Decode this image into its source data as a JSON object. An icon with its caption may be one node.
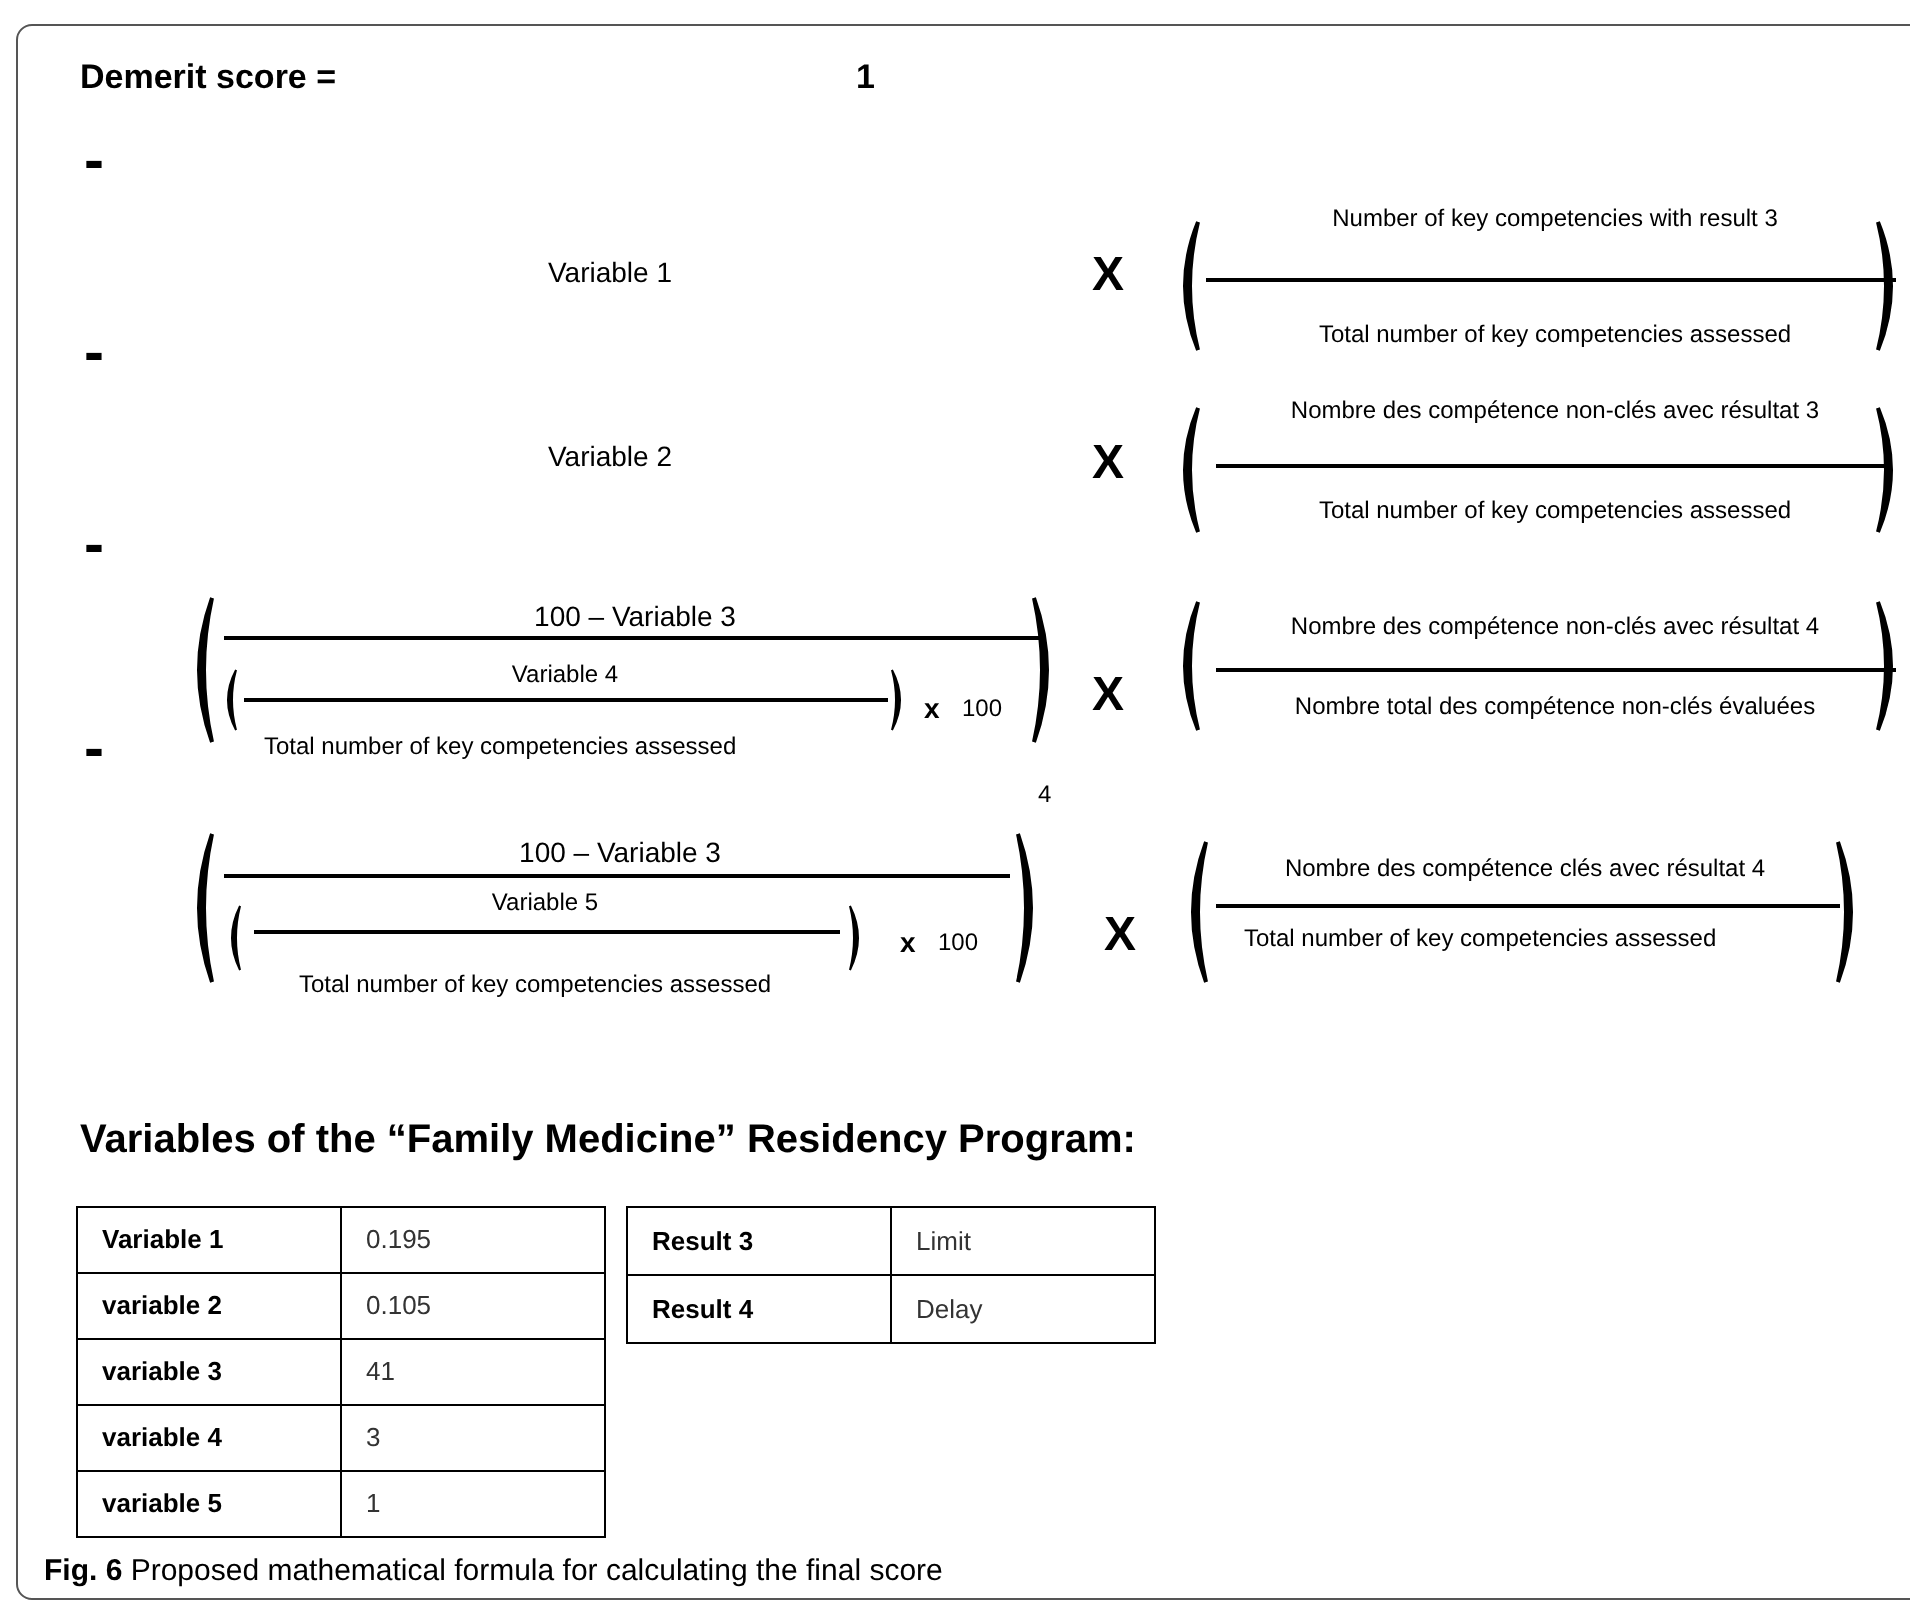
{
  "diagram": {
    "caption": "**Fig. 6** Proposed mathematical formula for calculating the final score",
    "labels": [
      "Demerit score =",
      "1",
      "-",
      "Variable 1",
      "X",
      "Number of key competencies with result 3",
      "Total number of key competencies assessed",
      "-",
      "Variable 2",
      "X",
      "Nombre des compétence non-clés avec résultat 3",
      "Total number of key competencies assessed",
      "-",
      "100 – Variable 3",
      "Variable 4",
      "x",
      "100",
      "Total number of key competencies assessed",
      "X",
      "Nombre des compétence non-clés avec résultat 4",
      "Nombre total des compétence non-clés évaluées",
      "-",
      "4",
      "100 – Variable 3",
      "Variable 5",
      "x",
      "100",
      "Total number of key competencies assessed",
      "X",
      "Nombre des compétence clés avec résultat 4",
      "Total number of key competencies assessed",
      "Variables of the “Family Medicine” Residency Program:",
      "Variable 1",
      "0.195",
      "variable 2",
      "0.105",
      "variable 3",
      "41",
      "variable 4",
      "3",
      "variable 5",
      "1",
      "Result 3",
      "Limit",
      "Result 4",
      "Delay"
    ]
  }
}
